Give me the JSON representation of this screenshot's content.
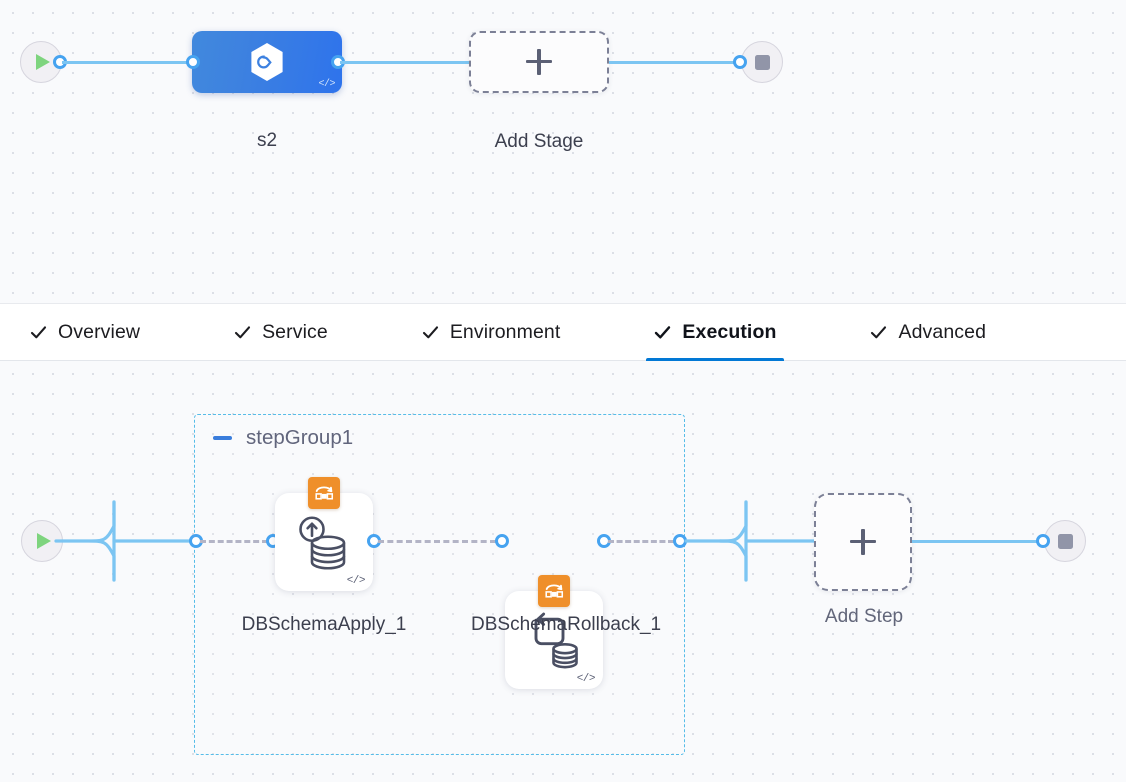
{
  "app": {
    "name": "pipeline-studio-canvas",
    "colors": {
      "canvas_bg": "#f9fafc",
      "grid_dot": "#dcdfe6",
      "accent_blue": "#0278d5",
      "connector_blue": "#7cc5f2",
      "connector_dashed": "#b3b4c6",
      "stage_gradient_from": "#4189dd",
      "stage_gradient_to": "#2e73ec",
      "step_badge_orange": "#ef8f2a",
      "group_border": "#56bce8",
      "play_green": "#7ed47e",
      "stop_gray": "#9195a8"
    }
  },
  "top_canvas": {
    "name": "stage-canvas",
    "start_node": {
      "icon": "play-icon",
      "label": "Start"
    },
    "end_node": {
      "icon": "stop-icon",
      "label": "End"
    },
    "stages": [
      {
        "label": "s2",
        "icon": "deployment-hexagon-icon",
        "code_badge": "</>"
      }
    ],
    "add_stage": {
      "label": "Add Stage",
      "icon": "plus-icon"
    }
  },
  "tabs": {
    "name": "stage-config-tabs",
    "items": [
      {
        "label": "Overview",
        "icon": "check-icon",
        "active": false
      },
      {
        "label": "Service",
        "icon": "check-icon",
        "active": false
      },
      {
        "label": "Environment",
        "icon": "check-icon",
        "active": false
      },
      {
        "label": "Execution",
        "icon": "check-icon",
        "active": true
      },
      {
        "label": "Advanced",
        "icon": "check-icon",
        "active": false
      }
    ]
  },
  "bottom_canvas": {
    "name": "execution-canvas",
    "start_node": {
      "icon": "play-icon",
      "label": "Start"
    },
    "end_node": {
      "icon": "stop-icon",
      "label": "End"
    },
    "step_group": {
      "title": "stepGroup1",
      "collapse_icon": "minus-icon",
      "collapsed": false,
      "steps": [
        {
          "label": "DBSchemaApply_1",
          "icon": "database-apply-icon",
          "badge_icon": "db-schema-migration-badge-icon",
          "code_badge": "</>"
        },
        {
          "label": "DBSchemaRollback_1",
          "icon": "database-rollback-icon",
          "badge_icon": "db-schema-migration-badge-icon",
          "code_badge": "</>"
        }
      ]
    },
    "add_step": {
      "label": "Add Step",
      "icon": "plus-icon"
    }
  }
}
